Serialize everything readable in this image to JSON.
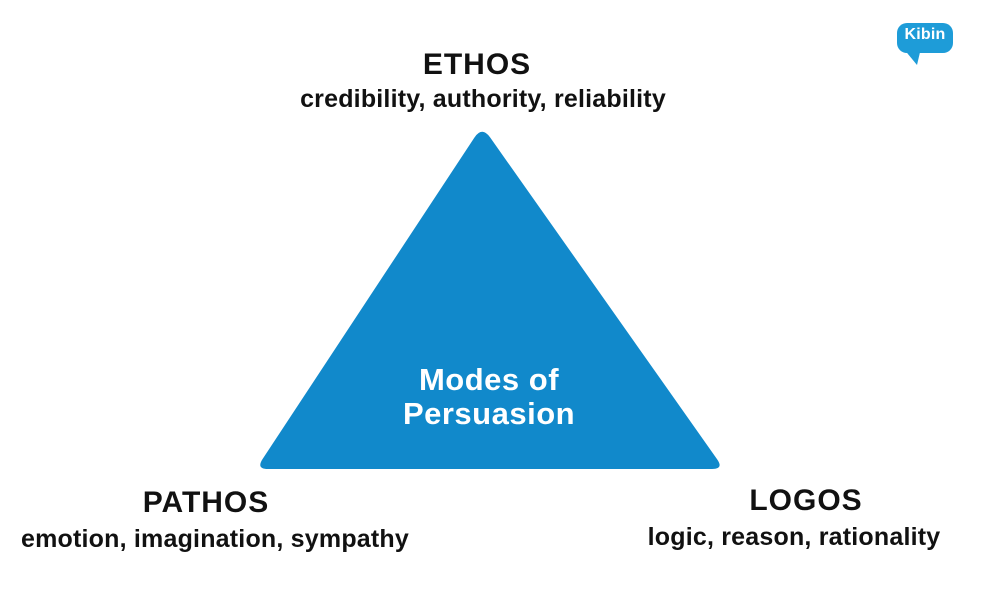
{
  "brand": {
    "logo_text": "Kibin",
    "logo_color": "#1E9CD8",
    "logo_text_color": "#ffffff"
  },
  "diagram": {
    "title": "Modes of Persuasion",
    "title_color": "#ffffff",
    "triangle_color": "#1189CB",
    "text_color": "#111111",
    "vertices": [
      {
        "id": "ethos",
        "label": "ETHOS",
        "description": "credibility, authority, reliability",
        "position": "top"
      },
      {
        "id": "pathos",
        "label": "PATHOS",
        "description": "emotion, imagination, sympathy",
        "position": "bottom-left"
      },
      {
        "id": "logos",
        "label": "LOGOS",
        "description": "logic, reason, rationality",
        "position": "bottom-right"
      }
    ]
  }
}
